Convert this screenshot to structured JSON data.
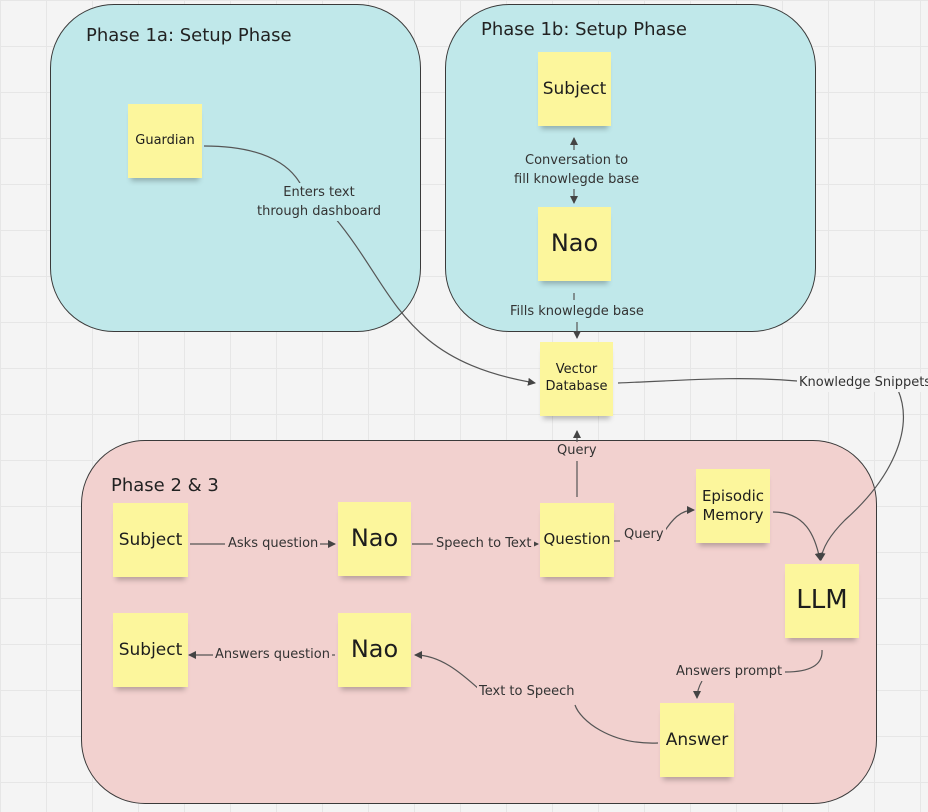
{
  "frames": {
    "phase1a": {
      "title": "Phase 1a: Setup Phase",
      "color": "#c0e8ea"
    },
    "phase1b": {
      "title": "Phase 1b: Setup Phase",
      "color": "#c0e8ea"
    },
    "phase23": {
      "title": "Phase 2 & 3",
      "color": "#f2d1cf"
    }
  },
  "notes": {
    "guardian": "Guardian",
    "subject_1b": "Subject",
    "nao_1b": "Nao",
    "vector_db_line1": "Vector",
    "vector_db_line2": "Database",
    "subject_ask": "Subject",
    "nao_ask": "Nao",
    "question": "Question",
    "episodic_line1": "Episodic",
    "episodic_line2": "Memory",
    "llm": "LLM",
    "subject_answer": "Subject",
    "nao_answer": "Nao",
    "answer": "Answer"
  },
  "edges": {
    "enters_text_line1": "Enters text",
    "enters_text_line2": "through dashboard",
    "conversation_line1": "Conversation to",
    "conversation_line2": "fill knowlegde base",
    "fills": "Fills knowlegde base",
    "knowledge_snippets": "Knowledge Snippets",
    "query_up": "Query",
    "query_episodic": "Query",
    "asks_question": "Asks question",
    "speech_to_text": "Speech to Text",
    "answers_prompt": "Answers prompt",
    "text_to_speech": "Text to Speech",
    "answers_question": "Answers question"
  },
  "colors": {
    "note": "#fcf69c",
    "line": "#444444"
  }
}
